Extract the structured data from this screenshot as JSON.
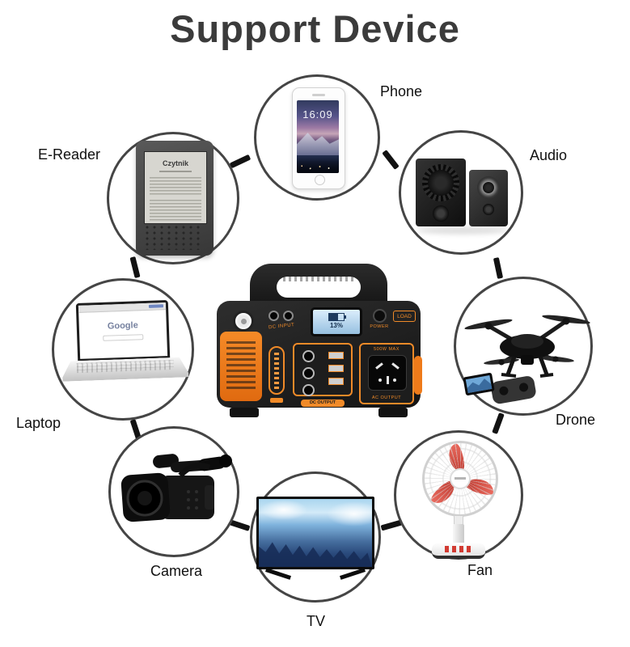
{
  "title": "Support Device",
  "devices": [
    {
      "id": "phone",
      "label": "Phone"
    },
    {
      "id": "audio",
      "label": "Audio"
    },
    {
      "id": "ereader",
      "label": "E-Reader"
    },
    {
      "id": "laptop",
      "label": "Laptop"
    },
    {
      "id": "drone",
      "label": "Drone"
    },
    {
      "id": "camera",
      "label": "Camera"
    },
    {
      "id": "tv",
      "label": "TV"
    },
    {
      "id": "fan",
      "label": "Fan"
    }
  ],
  "illustrations": {
    "phone_time": "16:09",
    "ereader_title": "Czytnik",
    "laptop_logo": "Google"
  },
  "power_station": {
    "dc_input_label": "DC INPUT",
    "power_label": "POWER",
    "load_label": "LOAD",
    "dc_output_label": "DC OUTPUT",
    "max_label": "500W MAX",
    "ac_output_label": "AC OUTPUT",
    "lcd_value": "13%"
  },
  "colors": {
    "accent_orange": "#ef7b1a",
    "station_body": "#1a1a1a",
    "lcd_blue": "#bdddf5",
    "title_text": "#3b3b3b",
    "label_text": "#101010",
    "circle_border": "#454545",
    "connector": "#121212"
  }
}
